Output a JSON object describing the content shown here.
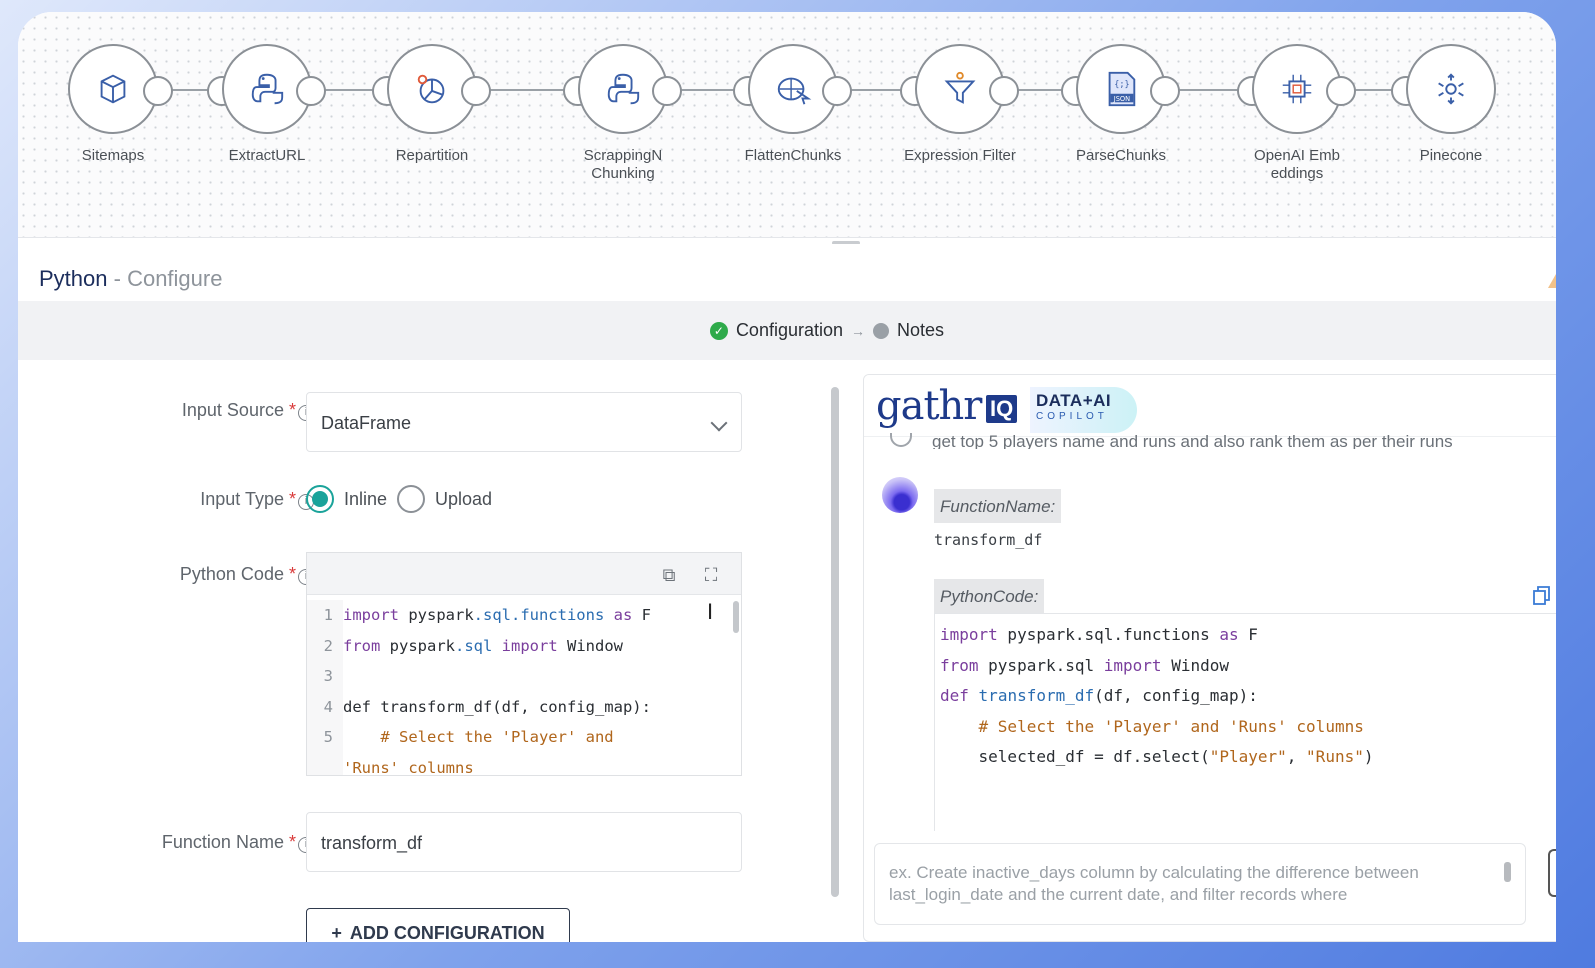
{
  "pipeline": {
    "nodes": [
      {
        "label": "Sitemaps",
        "icon": "box-icon"
      },
      {
        "label": "ExtractURL",
        "icon": "python-icon"
      },
      {
        "label": "Repartition",
        "icon": "repartition-icon"
      },
      {
        "label": "ScrappingN Chunking",
        "icon": "python-icon"
      },
      {
        "label": "FlattenChunks",
        "icon": "flatten-icon"
      },
      {
        "label": "Expression Filter",
        "icon": "funnel-icon"
      },
      {
        "label": "ParseChunks",
        "icon": "json-file-icon"
      },
      {
        "label": "OpenAI Emb eddings",
        "icon": "chip-icon"
      },
      {
        "label": "Pinecone",
        "icon": "pinecone-icon"
      }
    ]
  },
  "header": {
    "title": "Python",
    "separator": "-",
    "subtitle": "Configure"
  },
  "steps": {
    "step1": "Configuration",
    "step2": "Notes"
  },
  "form": {
    "input_source": {
      "label": "Input Source",
      "value": "DataFrame"
    },
    "input_type": {
      "label": "Input Type",
      "option1": "Inline",
      "option2": "Upload",
      "selected": "Inline"
    },
    "python_code": {
      "label": "Python Code",
      "lines": [
        {
          "n": "1",
          "text": "import pyspark.sql.functions as F"
        },
        {
          "n": "2",
          "text": "from pyspark.sql import Window"
        },
        {
          "n": "3",
          "text": ""
        },
        {
          "n": "4",
          "text": "def transform_df(df, config_map):"
        },
        {
          "n": "5",
          "text": "    # Select the 'Player' and"
        },
        {
          "n": "",
          "text": "'Runs' columns"
        }
      ]
    },
    "function_name": {
      "label": "Function Name",
      "value": "transform_df"
    },
    "add_button": "ADD CONFIGURATION"
  },
  "copilot": {
    "brand": "gathr",
    "brand_iq": "IQ",
    "badge_main": "DATA+AI",
    "badge_sub": "COPILOT",
    "prompt": "get top 5 players name and runs and also rank them as per their runs",
    "function_tag": "FunctionName:",
    "function_value": "transform_df",
    "code_tag": "PythonCode:",
    "code_lines": [
      "import pyspark.sql.functions as F",
      "from pyspark.sql import Window",
      "",
      "def transform_df(df, config_map):",
      "    # Select the 'Player' and 'Runs' columns",
      "    selected_df = df.select(\"Player\", \"Runs\")"
    ],
    "input_placeholder": "ex. Create inactive_days column by calculating the difference between last_login_date and the current date, and filter records where"
  },
  "colors": {
    "accent_teal": "#1aa39a",
    "brand_navy": "#1e3a8a",
    "success_green": "#2eaa4a"
  }
}
